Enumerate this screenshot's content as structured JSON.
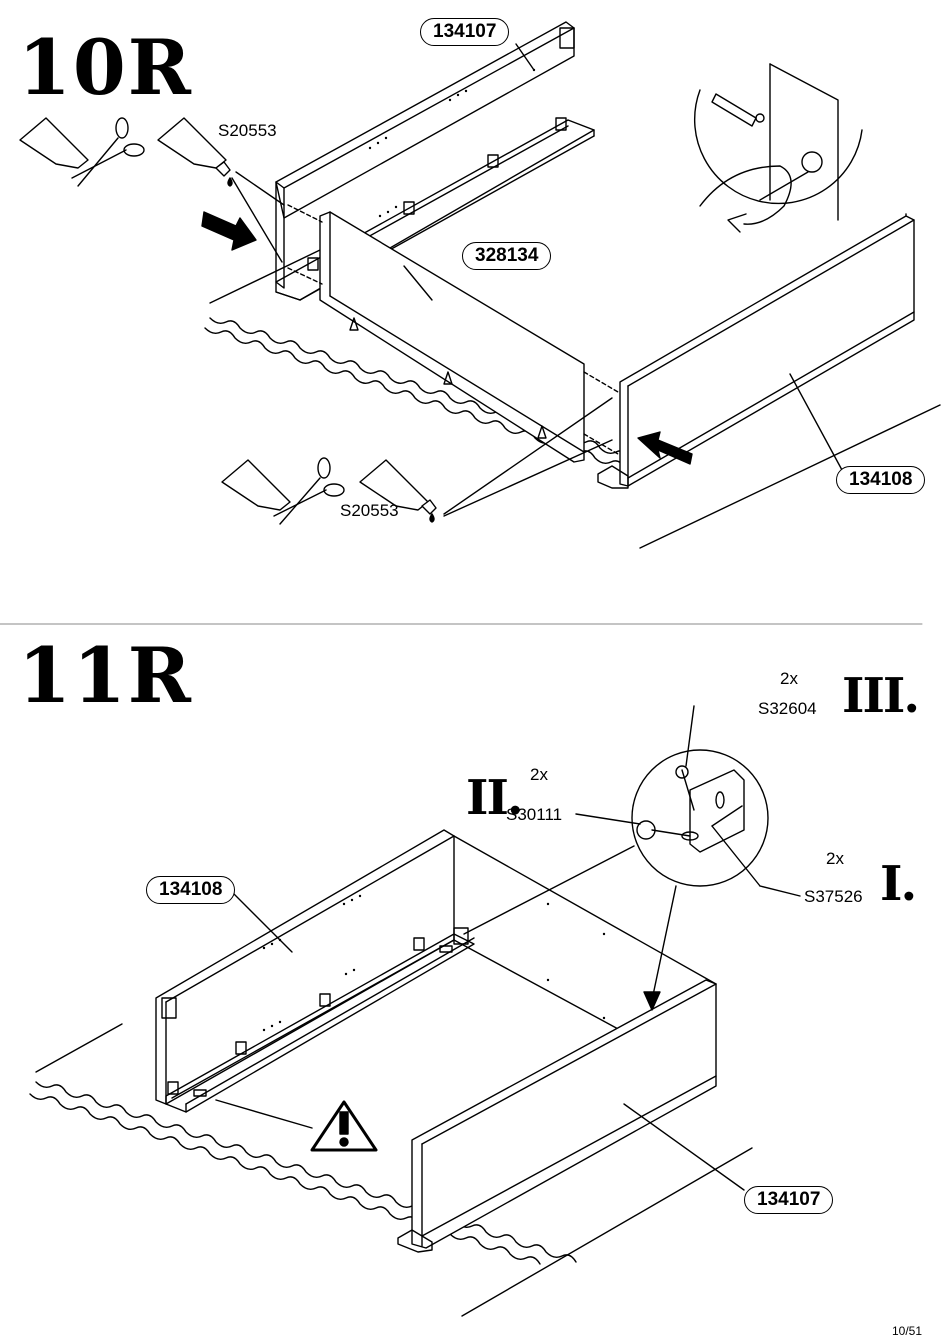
{
  "step10": {
    "number": "10R",
    "parts": {
      "back": "134107",
      "middle": "328134",
      "front": "134108"
    },
    "glue": {
      "top_label": "S20553",
      "bottom_label": "S20553"
    }
  },
  "step11": {
    "number": "11R",
    "parts": {
      "left": "134108",
      "right": "134107"
    },
    "hardware": [
      {
        "roman": "I.",
        "qty": "2x",
        "code": "S37526"
      },
      {
        "roman": "II.",
        "qty": "2x",
        "code": "S30111"
      },
      {
        "roman": "III.",
        "qty": "2x",
        "code": "S32604"
      }
    ]
  },
  "page_number": "10/51"
}
